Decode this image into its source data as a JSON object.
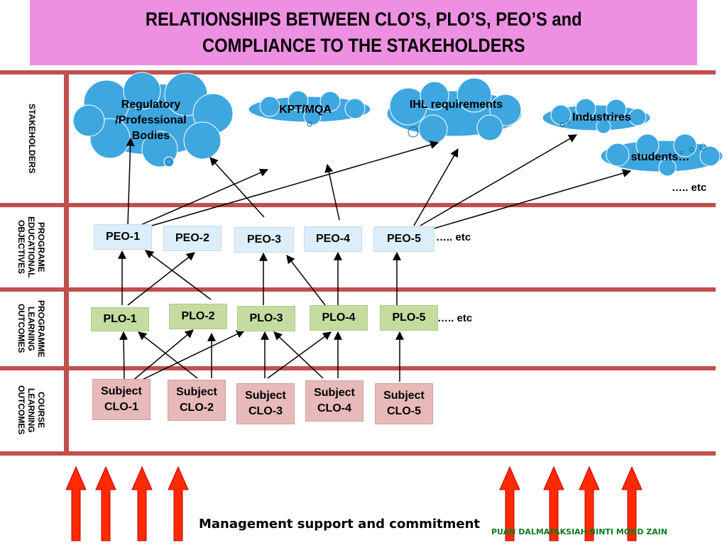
{
  "title": {
    "line1": "RELATIONSHIPS BETWEEN CLO’S, PLO’S, PEO’S and",
    "line2": "COMPLIANCE TO THE STAKEHOLDERS"
  },
  "rows": {
    "stakeholders": "STAKEHOLDERS",
    "peo": "PROGRAME EDUCATIONAL OBJECTIVES",
    "plo": "PROGRAMME LEARNING OUTCOMES",
    "clo": "COURSE LEARNING OUTCOMES"
  },
  "clouds": {
    "regulatory": "Regulatory /Professional Bodies",
    "kpt": "KPT/MQA",
    "ihl": "IHL requirements",
    "industries": "Industrires",
    "students": "students…"
  },
  "etc": {
    "stakeholders": "….. etc",
    "peo": "….. etc",
    "plo": "….. etc"
  },
  "peo": [
    "PEO-1",
    "PEO-2",
    "PEO-3",
    "PEO-4",
    "PEO-5"
  ],
  "plo": [
    "PLO-1",
    "PLO-2",
    "PLO-3",
    "PLO-4",
    "PLO-5"
  ],
  "clo": {
    "line1": "Subject",
    "items": [
      "CLO-1",
      "CLO-2",
      "CLO-3",
      "CLO-4",
      "CLO-5"
    ]
  },
  "footer": {
    "support": "Management support and commitment",
    "credit": "PUAN DALMATAKSIAH BINTI MOHD ZAIN"
  },
  "colors": {
    "title_bg": "#ee90e2",
    "row_lines": "#c0504d",
    "cloud_fill": "#3ea7e0",
    "peo_fill": "#dceef9",
    "plo_fill": "#c5dba0",
    "clo_fill": "#e7b9b9",
    "support_arrows": "#ff2a00",
    "credit_text": "#0a7a1e"
  }
}
